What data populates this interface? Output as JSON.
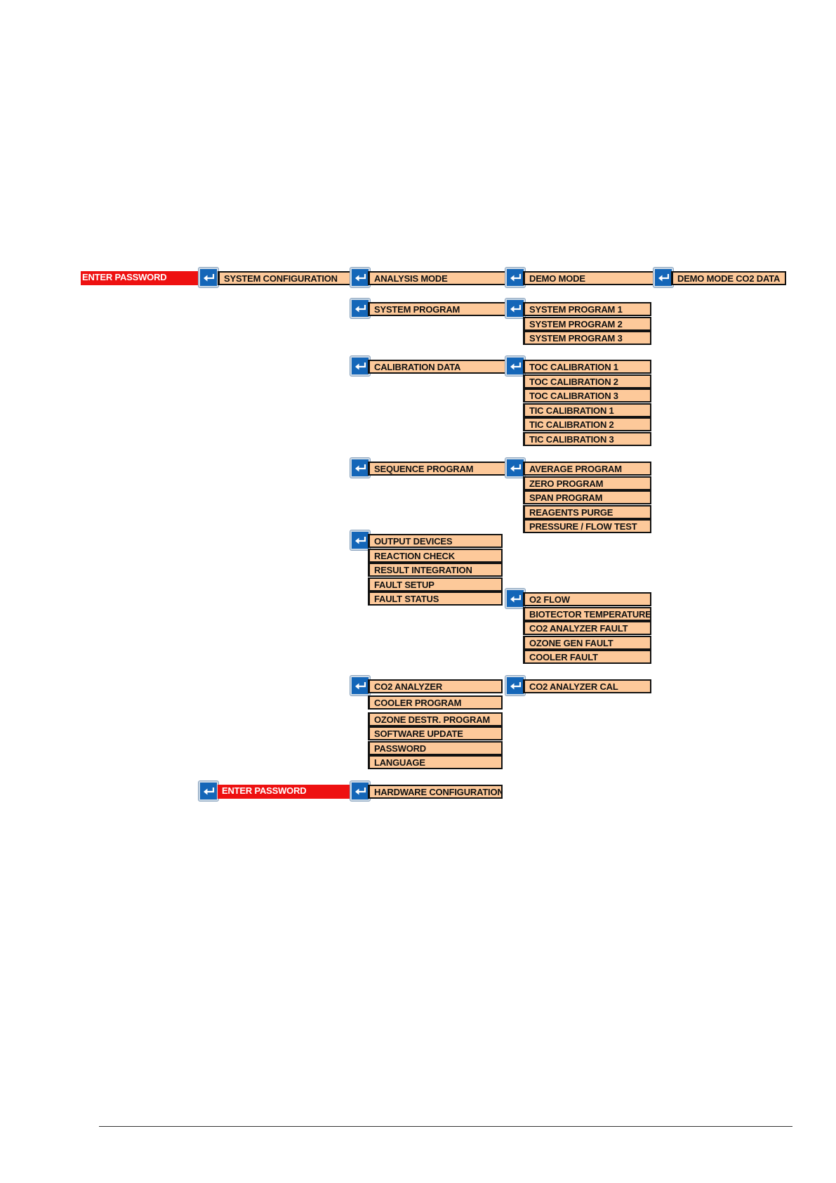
{
  "colors": {
    "password": "#ee1111",
    "menu_item": "#fdc99a",
    "enter_icon": "#1466b8",
    "border": "#111111"
  },
  "icon": "enter-key-icon",
  "level1": {
    "enter_password": "ENTER PASSWORD",
    "system_configuration": "SYSTEM CONFIGURATION"
  },
  "system_configuration_menu": [
    {
      "label": "ANALYSIS MODE",
      "submenu": [
        "DEMO MODE"
      ]
    },
    {
      "label": "SYSTEM PROGRAM",
      "submenu": [
        "SYSTEM PROGRAM 1",
        "SYSTEM PROGRAM 2",
        "SYSTEM PROGRAM 3"
      ]
    },
    {
      "label": "CALIBRATION DATA",
      "submenu": [
        "TOC CALIBRATION 1",
        "TOC CALIBRATION 2",
        "TOC CALIBRATION 3",
        "TIC CALIBRATION 1",
        "TIC CALIBRATION 2",
        "TIC CALIBRATION 3"
      ]
    },
    {
      "label": "SEQUENCE PROGRAM",
      "submenu": [
        "AVERAGE PROGRAM",
        "ZERO PROGRAM",
        "SPAN PROGRAM",
        "REAGENTS PURGE",
        "PRESSURE / FLOW TEST"
      ]
    }
  ],
  "demo_mode_submenu": [
    "DEMO MODE CO2 DATA"
  ],
  "output_group": [
    "OUTPUT DEVICES",
    "REACTION CHECK",
    "RESULT INTEGRATION",
    "FAULT SETUP",
    "FAULT STATUS"
  ],
  "fault_status_submenu": [
    "O2 FLOW",
    "BIOTECTOR TEMPERATURE",
    "CO2 ANALYZER FAULT",
    "OZONE GEN FAULT",
    "COOLER FAULT"
  ],
  "co2_group": [
    "CO2 ANALYZER",
    "COOLER PROGRAM",
    "OZONE DESTR. PROGRAM",
    "SOFTWARE UPDATE",
    "PASSWORD",
    "LANGUAGE"
  ],
  "co2_analyzer_submenu": [
    "CO2 ANALYZER CAL"
  ],
  "hardware": {
    "enter_password": "ENTER PASSWORD",
    "hardware_configuration": "HARDWARE CONFIGURATION"
  }
}
